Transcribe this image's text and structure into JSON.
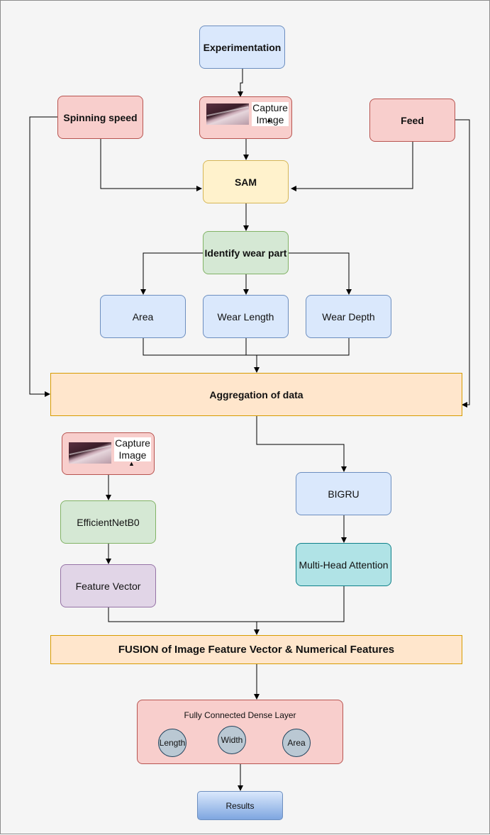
{
  "nodes": {
    "experimentation": "Experimentation",
    "spinning_speed": "Spinning speed",
    "capture_image_top": "Capture Image",
    "feed": "Feed",
    "sam": "SAM",
    "identify_wear_part": "Identify wear part",
    "area": "Area",
    "wear_length": "Wear Length",
    "wear_depth": "Wear Depth",
    "aggregation": "Aggregation of data",
    "capture_image_bottom": "Capture Image",
    "efficientnet": "EfficientNetB0",
    "feature_vector": "Feature Vector",
    "bigru": "BIGRU",
    "multi_head_attention": "Multi-Head Attention",
    "fusion": "FUSION of Image Feature Vector & Numerical Features",
    "dense_layer": "Fully Connected Dense Layer",
    "out_length": "Length",
    "out_width": "Width",
    "out_area": "Area",
    "results": "Results"
  },
  "colors": {
    "blue_fill": "#dae8fc",
    "red_fill": "#f8cecc",
    "yellow_fill": "#fff2cc",
    "green_fill": "#d5e8d4",
    "orange_fill": "#ffe6cc",
    "purple_fill": "#e1d5e7",
    "teal_fill": "#b0e3e6",
    "circle_fill": "#bac8d3"
  }
}
